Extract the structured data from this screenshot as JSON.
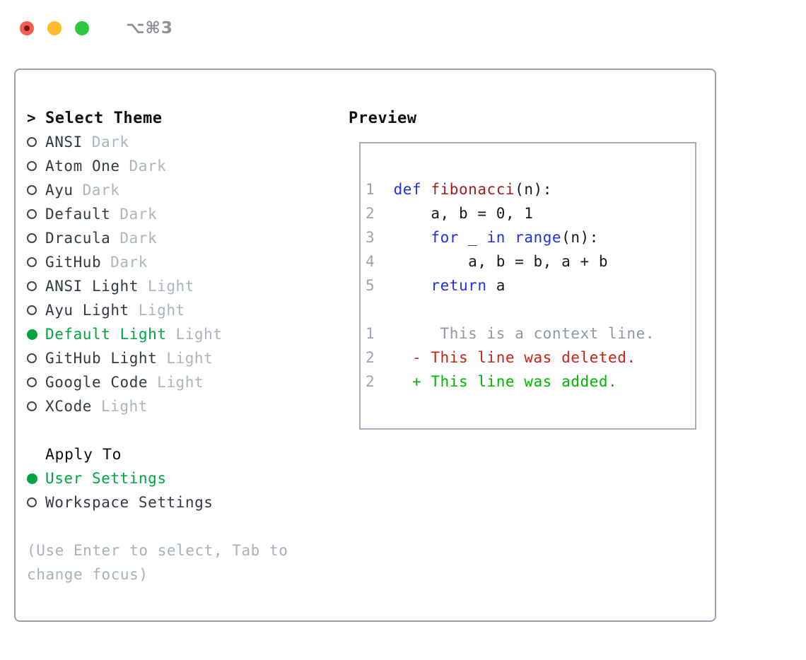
{
  "window": {
    "title": "⌥⌘3",
    "traffic_lights": [
      "close",
      "minimize",
      "zoom"
    ]
  },
  "colors": {
    "accent_green": "#00a53f",
    "added_green": "#00b800",
    "deleted_red": "#cc2413",
    "keyword_blue": "#1f2fee",
    "function_red": "#a31c1c",
    "context_gray": "#8f98a3",
    "muted": "#adb5c1",
    "hint": "#a8b1bd",
    "linenum": "#9aa4b2",
    "panel_border": "#99a1ae",
    "preview_border": "#a5adba",
    "title_gray": "#8e9095",
    "tl_red": "#f45c52",
    "tl_yellow": "#fdbb2c",
    "tl_green": "#2dc63f"
  },
  "theme_picker": {
    "cursor": ">",
    "header": "Select Theme",
    "themes": [
      {
        "name": "ANSI",
        "tag": "Dark",
        "selected": false
      },
      {
        "name": "Atom One",
        "tag": "Dark",
        "selected": false
      },
      {
        "name": "Ayu",
        "tag": "Dark",
        "selected": false
      },
      {
        "name": "Default",
        "tag": "Dark",
        "selected": false
      },
      {
        "name": "Dracula",
        "tag": "Dark",
        "selected": false
      },
      {
        "name": "GitHub",
        "tag": "Dark",
        "selected": false
      },
      {
        "name": "ANSI Light",
        "tag": "Light",
        "selected": false
      },
      {
        "name": "Ayu Light",
        "tag": "Light",
        "selected": false
      },
      {
        "name": "Default Light",
        "tag": "Light",
        "selected": true
      },
      {
        "name": "GitHub Light",
        "tag": "Light",
        "selected": false
      },
      {
        "name": "Google Code",
        "tag": "Light",
        "selected": false
      },
      {
        "name": "XCode",
        "tag": "Light",
        "selected": false
      }
    ],
    "apply_to": {
      "header": "Apply To",
      "options": [
        {
          "label": "User Settings",
          "selected": true
        },
        {
          "label": "Workspace Settings",
          "selected": false
        }
      ]
    },
    "hint_lines": [
      "(Use Enter to select, Tab to",
      "change focus)"
    ]
  },
  "preview": {
    "header": "Preview",
    "lines": [
      {
        "num": "1",
        "tokens": [
          {
            "text": "def",
            "style": "keyword"
          },
          {
            "text": " ",
            "style": "plain"
          },
          {
            "text": "fibonacci",
            "style": "function"
          },
          {
            "text": "(n):",
            "style": "plain"
          }
        ]
      },
      {
        "num": "2",
        "tokens": [
          {
            "text": "    a, b = 0, 1",
            "style": "plain"
          }
        ]
      },
      {
        "num": "3",
        "tokens": [
          {
            "text": "    ",
            "style": "plain"
          },
          {
            "text": "for",
            "style": "keyword"
          },
          {
            "text": " _ ",
            "style": "plain"
          },
          {
            "text": "in",
            "style": "keyword"
          },
          {
            "text": " ",
            "style": "plain"
          },
          {
            "text": "range",
            "style": "keyword"
          },
          {
            "text": "(n):",
            "style": "plain"
          }
        ]
      },
      {
        "num": "4",
        "tokens": [
          {
            "text": "        a, b = b, a + b",
            "style": "plain"
          }
        ]
      },
      {
        "num": "5",
        "tokens": [
          {
            "text": "    ",
            "style": "plain"
          },
          {
            "text": "return",
            "style": "keyword"
          },
          {
            "text": " a",
            "style": "plain"
          }
        ]
      },
      {
        "num": "",
        "tokens": []
      },
      {
        "num": "1",
        "tokens": [
          {
            "text": "     This is a context line.",
            "style": "context"
          }
        ]
      },
      {
        "num": "2",
        "tokens": [
          {
            "text": "  - This line was deleted.",
            "style": "deleted"
          }
        ]
      },
      {
        "num": "2",
        "tokens": [
          {
            "text": "  + This line was added.",
            "style": "added"
          }
        ]
      }
    ]
  }
}
